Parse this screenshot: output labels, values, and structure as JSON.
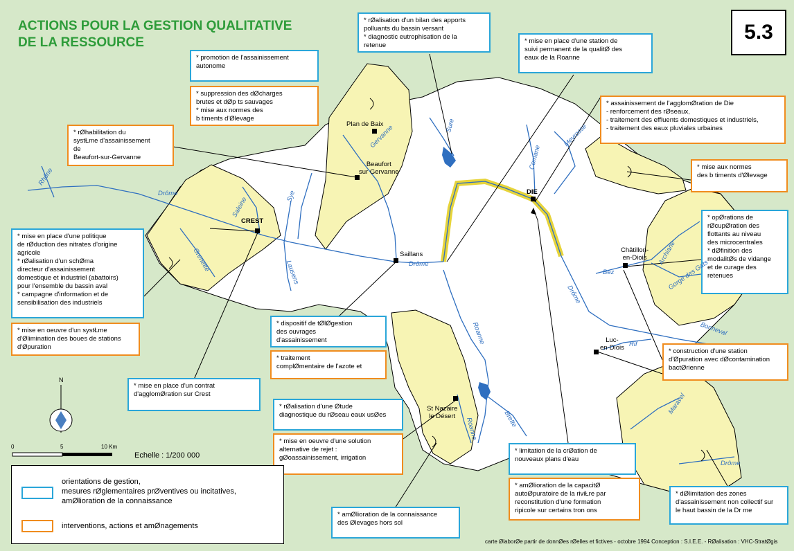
{
  "header": {
    "title_line1": "ACTIONS POUR LA GESTION QUALITATIVE",
    "title_line2": "DE LA RESSOURCE",
    "map_number": "5.3"
  },
  "colors": {
    "background": "#d6e8c9",
    "basin": "#ffffff",
    "zone": "#f7f4b4",
    "river": "#2f6fc0",
    "blue_border": "#2aa6d9",
    "orange_border": "#f08c1e",
    "title": "#2e9c3a"
  },
  "boxes": {
    "bilan": "*  rØalisation d'un bilan des apports\npolluants du bassin versant\n*  diagnostic eutrophisation de la\nretenue",
    "station_suivi": "*  mise en place d'une station de\nsuivi permanent de la qualitØ des\neaux de la Roanne",
    "assainissement_autonome": "*  promotion de l'assainissement\nautonome",
    "suppression": "*  suppression des dØcharges\nbrutes et dØp ts sauvages\n*  mise aux normes des\nb timents d'Ølevage",
    "rehabilitation": "*  rØhabilitation du\nsystŁme d'assainissement\nde\nBeaufort-sur-Gervanne",
    "die": "*   assainissement de l'agglomØration de Die\n-  renforcement des rØseaux,\n-  traitement des effluents domestiques et industriels,\n-  traitement des eaux pluviales urbaines",
    "normes_elevage": "*  mise aux normes\ndes b timents d'Ølevage",
    "politique": "*  mise en place d'une politique\nde rØduction des nitrates d'origine\nagricole\n*  rØalisation d'un schØma\ndirecteur d'assainissement\ndomestique et industriel (abattoirs)\npour l'ensemble du bassin aval\n*  campagne d'information et de\nsensibilisation des industriels",
    "microcentrales": "*  opØrations de\nrØcupØration des\nflottants au niveau\ndes microcentrales\n*  dØfinition des\nmodalitØs de vidange\net de curage des\nretenues",
    "boues": "*  mise en oeuvre d'un systŁme\nd'Ølimination des boues de stations\nd'Øpuration",
    "teledegestion": "*  dispositif de tØlØgestion\ndes ouvrages\nd'assainissement",
    "azote": "*  traitement\ncomplØmentaire de l'azote et",
    "station_epuration": "*  construction d'une station\nd'Øpuration avec dØcontamination\nbactØrienne",
    "contrat": "*  mise en place d'un contrat\nd'agglomØration sur Crest",
    "etude_diag": "*  rØalisation d'une Øtude\ndiagnostique du rØseau eaux usØes",
    "solution_alt": "*  mise en oeuvre d'une solution\nalternative de rejet :\ngØoassainissement, irrigation",
    "plans_eau": "*  limitation de la crØation de\nnouveaux plans d'eau",
    "autoepuratoire": "*  amØlioration de la capacitØ\nautoØpuratoire de la riviŁre par\nreconstitution d'une formation\nripicole sur certains tron ons",
    "elevages_hors_sol": "*  amØlioration de la connaissance\ndes Ølevages hors sol",
    "non_collectif": "*  dØlimitation des zones\nd'assainissement non collectif sur\nle haut bassin de la Dr me"
  },
  "places": {
    "plan_de_baix": "Plan de Baix",
    "beaufort": "Beaufort\nsur Gervanne",
    "crest": "CREST",
    "saillans": "Saillans",
    "die": "DIE",
    "chatillon": "Châtillon-\nen-Diois",
    "luc": "Luc-\nen-Diois",
    "st_nazaire": "St Nazaire\nle Désert"
  },
  "rivers": {
    "rhone": "Rhône",
    "drome1": "Drôme",
    "drome2": "Drôme",
    "drome3": "Drôme",
    "drome4": "Drôme",
    "saleine": "Saleine",
    "grenette": "Grenette",
    "lausens": "Lausens",
    "sye": "Sye",
    "gervanne": "Gervanne",
    "sure": "Sure",
    "comane": "Comane",
    "meyrosse": "Meyrosse",
    "roanne1": "Roanne",
    "roanne2": "Roanne",
    "brette": "Brette",
    "bez": "Bez",
    "archiane": "Archiane",
    "gorge_des_gats": "Gorge des Gats",
    "bonneval": "Bonneval",
    "rif": "Rif",
    "maravel": "Maravel"
  },
  "scale": {
    "north": "N",
    "s0": "0",
    "s5": "5",
    "s10": "10 Km",
    "echelle": "Echelle : 1/200 000"
  },
  "legend": {
    "blue_text": "orientations de gestion,\nmesures rØglementaires prØventives ou incitatives,\namØlioration de la connaissance",
    "orange_text": "interventions, actions et amØnagements"
  },
  "credits": "carte ØlaborØe    partir de donnØes rØelles et fictives - octobre 1994    Conception : S.I.E.E. - RØalisation : VHC-StratØgis"
}
